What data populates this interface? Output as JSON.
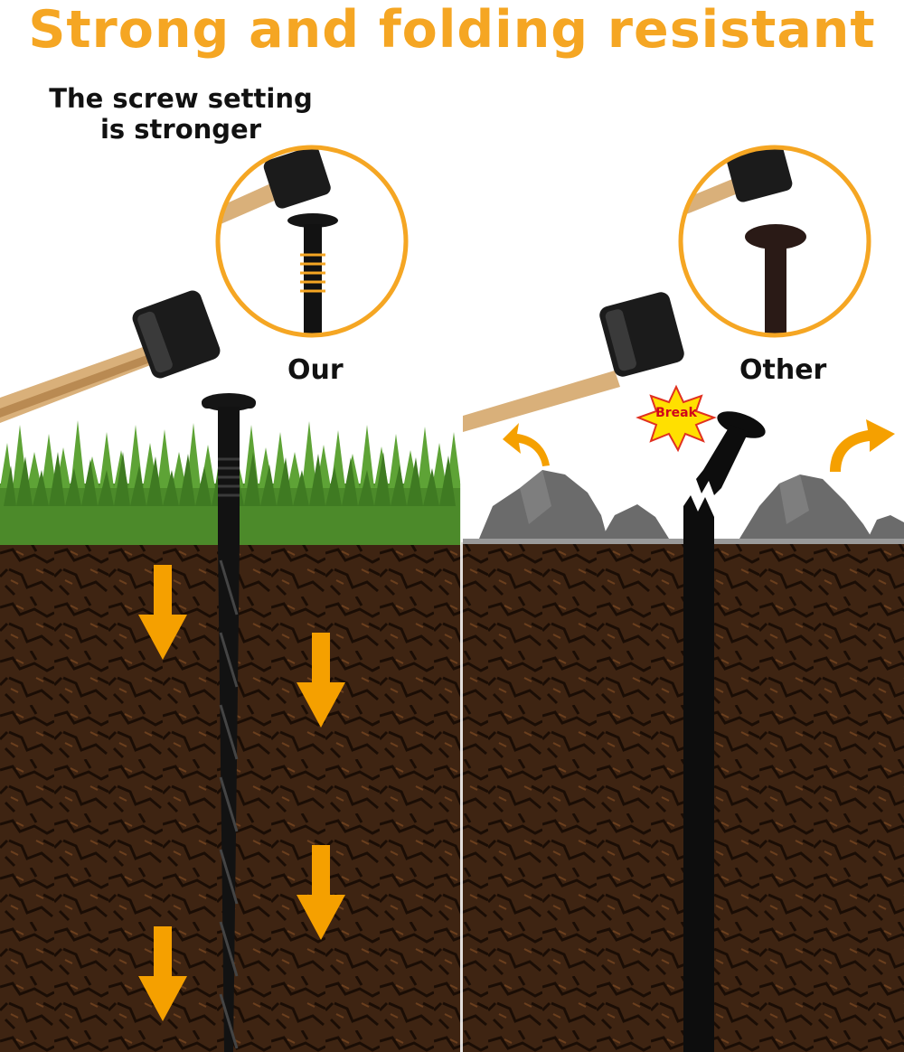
{
  "headline": "Strong and folding resistant",
  "caption_line1": "The screw setting",
  "caption_line2": "is stronger",
  "left_label": "Our",
  "right_label": "Other",
  "break_label": "Break",
  "colors": {
    "accent": "#f5a623",
    "soil": "#3e2412",
    "grass": "#4c8a2a",
    "rock": "#6b6b6b",
    "stake": "#111111"
  },
  "icons": [
    "hammer-icon",
    "stake-icon",
    "down-arrow-icon",
    "curved-arrow-icon",
    "break-burst-icon",
    "rock-icon"
  ]
}
